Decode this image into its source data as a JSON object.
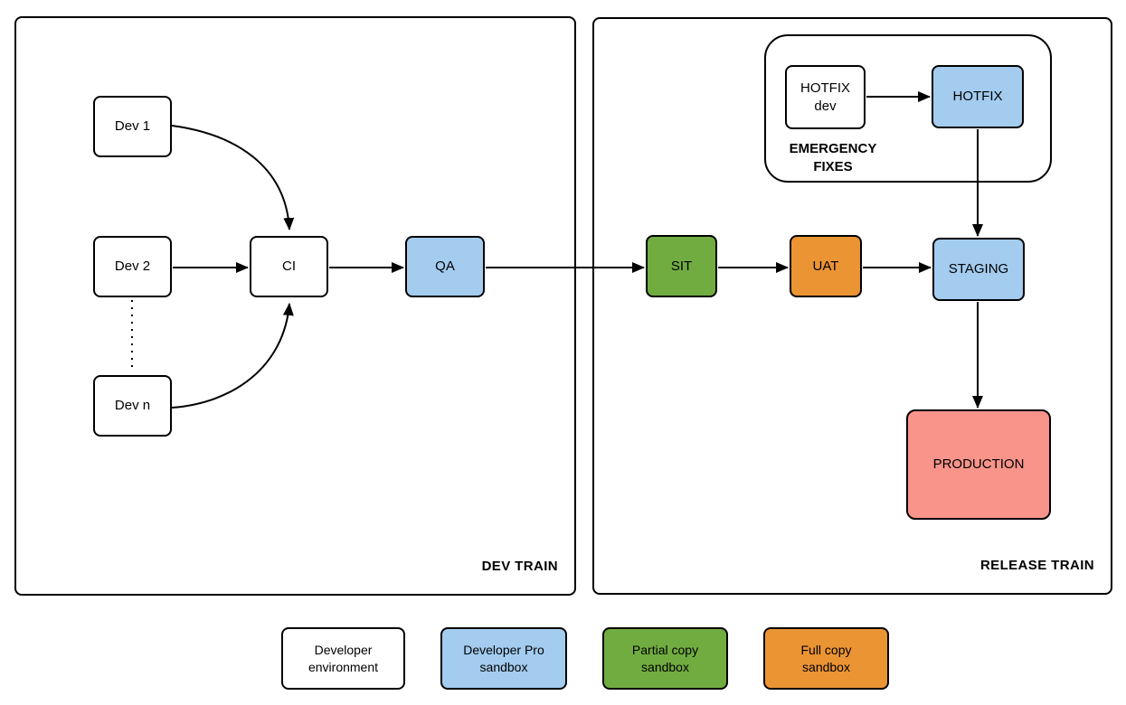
{
  "colors": {
    "white": "#FFFFFF",
    "blue": "#A3CCEF",
    "green": "#71AC41",
    "orange": "#EB9434",
    "red": "#F8948A",
    "stroke": "#000000",
    "text": "#000000"
  },
  "containers": {
    "dev_train": {
      "label": "DEV TRAIN"
    },
    "release_train": {
      "label": "RELEASE TRAIN"
    },
    "emergency_fixes": {
      "label_line1": "EMERGENCY",
      "label_line2": "FIXES"
    }
  },
  "nodes": {
    "dev1": {
      "label": "Dev 1",
      "type": "developer-environment"
    },
    "dev2": {
      "label": "Dev 2",
      "type": "developer-environment"
    },
    "devn": {
      "label": "Dev n",
      "type": "developer-environment"
    },
    "ci": {
      "label": "CI",
      "type": "developer-environment"
    },
    "qa": {
      "label": "QA",
      "type": "developer-pro-sandbox"
    },
    "sit": {
      "label": "SIT",
      "type": "partial-copy-sandbox"
    },
    "uat": {
      "label": "UAT",
      "type": "full-copy-sandbox"
    },
    "staging": {
      "label": "STAGING",
      "type": "developer-pro-sandbox"
    },
    "production": {
      "label": "PRODUCTION",
      "type": "production"
    },
    "hotfix_dev": {
      "label_line1": "HOTFIX",
      "label_line2": "dev",
      "type": "developer-environment"
    },
    "hotfix": {
      "label": "HOTFIX",
      "type": "developer-pro-sandbox"
    }
  },
  "legend": {
    "items": [
      {
        "line1": "Developer",
        "line2": "environment",
        "fill": "white"
      },
      {
        "line1": "Developer Pro",
        "line2": "sandbox",
        "fill": "blue"
      },
      {
        "line1": "Partial copy",
        "line2": "sandbox",
        "fill": "green"
      },
      {
        "line1": "Full copy",
        "line2": "sandbox",
        "fill": "orange"
      }
    ]
  }
}
